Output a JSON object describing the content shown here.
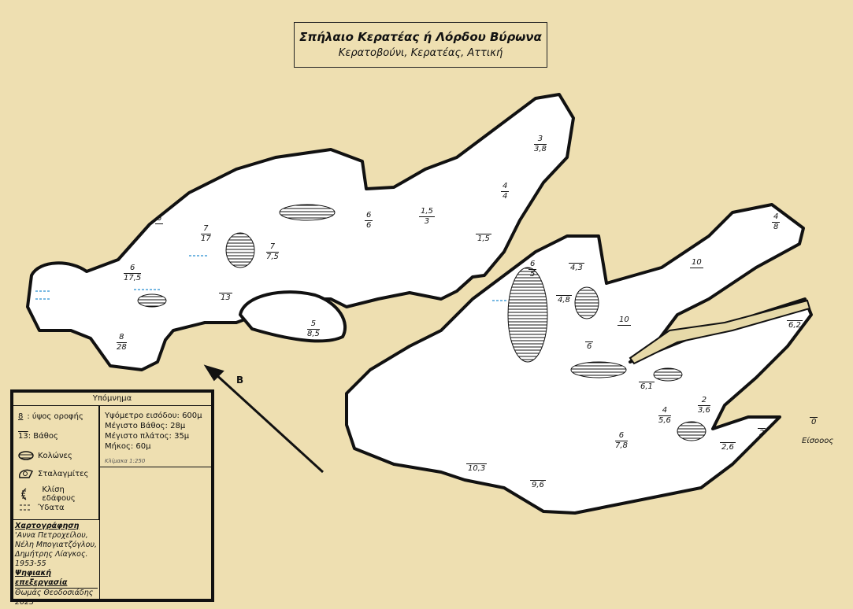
{
  "title": {
    "main": "Σπήλαιο Κερατέας ή Λόρδου Βύρωνα",
    "subtitle": "Κερατοβούνι, Κερατέας, Αττική"
  },
  "north_label": "B",
  "labels": [
    {
      "n": "6",
      "d": ""
    },
    {
      "n": "7",
      "d": "17"
    },
    {
      "n": "6",
      "d": "17,5"
    },
    {
      "n": "8",
      "d": "28"
    },
    {
      "n": "",
      "d": "13"
    },
    {
      "n": "7",
      "d": "7,5"
    },
    {
      "n": "5",
      "d": "8,5"
    },
    {
      "n": "6",
      "d": "6"
    },
    {
      "n": "1,5",
      "d": "3"
    },
    {
      "n": "",
      "d": "1,5"
    },
    {
      "n": "3",
      "d": "3,8"
    },
    {
      "n": "4",
      "d": "4"
    },
    {
      "n": "6",
      "d": "5"
    },
    {
      "n": "",
      "d": "4,3"
    },
    {
      "n": "",
      "d": "4,8"
    },
    {
      "n": "10",
      "d": ""
    },
    {
      "n": "4",
      "d": "8"
    },
    {
      "n": "10",
      "d": ""
    },
    {
      "n": "",
      "d": "6"
    },
    {
      "n": "",
      "d": "6,2"
    },
    {
      "n": "",
      "d": "6,1"
    },
    {
      "n": "2",
      "d": "3,6"
    },
    {
      "n": "4",
      "d": "5,6"
    },
    {
      "n": "6",
      "d": "7,8"
    },
    {
      "n": "",
      "d": "2"
    },
    {
      "n": "",
      "d": "2,6"
    },
    {
      "n": "",
      "d": "0"
    },
    {
      "n": "",
      "d": "10,3"
    },
    {
      "n": "",
      "d": "9,6"
    }
  ],
  "entrance_label": "Είσοοος",
  "legend": {
    "heading": "Υπόμνημα",
    "ceiling_num": "8",
    "ceiling_text": " : ύψος οροφής",
    "depth_num": "13",
    "depth_text": ": Βάθος",
    "columns": "Κολώνες",
    "stalagmites": "Σταλαγμίτες",
    "slope": "Κλίση εδάφους",
    "water": "Ύδατα",
    "stats": [
      "Υψόμετρο εισόδου: 600μ",
      "Μέγιστο Βάθος: 28μ",
      "Μέγιστο πλάτος: 35μ",
      "Μήκος: 60μ"
    ],
    "scale": "Κλίμακα 1:250",
    "mapping_heading": "Χαρτογράφηση",
    "mapping_names": [
      "'Αννα Πετροχείλου,",
      "Νέλη Μπογιατζόγλου,",
      "Δημήτρης Λίαγκος.",
      "1953-55"
    ],
    "digital_heading": "Ψηφιακή επεξεργασία",
    "digital_names": [
      "Θωμάς Θεοδοσιάδης",
      "2023"
    ]
  },
  "colors": {
    "background": "#eedfb1",
    "cave": "#ffffff",
    "outline": "#111111",
    "water": "#4aa0d8"
  }
}
